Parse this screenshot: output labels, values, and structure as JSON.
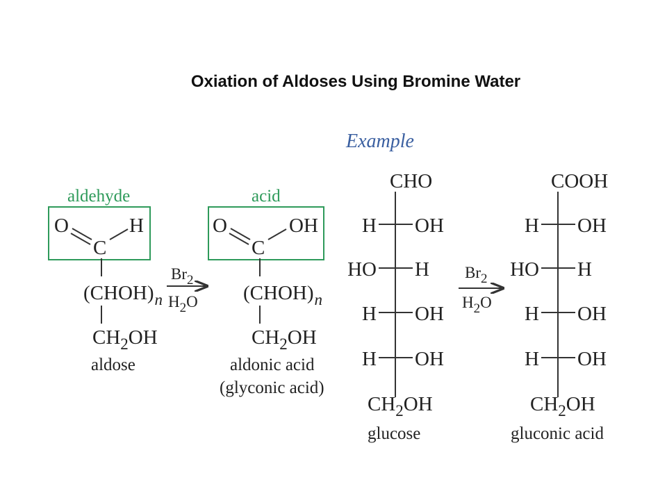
{
  "title": "Oxiation of Aldoses Using Bromine Water",
  "colors": {
    "group_box": "#2e9a5a",
    "example_label": "#3a5fa0",
    "text": "#222222"
  },
  "example_label": "Example",
  "general": {
    "reactant": {
      "box_label": "aldehyde",
      "o": "O",
      "h": "H",
      "c": "C",
      "chain": "(CHOH)",
      "chain_sub": "n",
      "bottom_a": "CH",
      "bottom_sub": "2",
      "bottom_b": "OH",
      "name": "aldose"
    },
    "reagent": {
      "top_a": "Br",
      "top_sub": "2",
      "bottom_a": "H",
      "bottom_sub": "2",
      "bottom_b": "O"
    },
    "product": {
      "box_label": "acid",
      "o": "O",
      "oh": "OH",
      "c": "C",
      "chain": "(CHOH)",
      "chain_sub": "n",
      "bottom_a": "CH",
      "bottom_sub": "2",
      "bottom_b": "OH",
      "name_line1": "aldonic acid",
      "name_line2": "(glyconic acid)"
    }
  },
  "example": {
    "glucose": {
      "top": "CHO",
      "rows": [
        {
          "left": "H",
          "right": "OH"
        },
        {
          "left": "HO",
          "right": "H"
        },
        {
          "left": "H",
          "right": "OH"
        },
        {
          "left": "H",
          "right": "OH"
        }
      ],
      "bottom_a": "CH",
      "bottom_sub": "2",
      "bottom_b": "OH",
      "name": "glucose"
    },
    "reagent": {
      "top_a": "Br",
      "top_sub": "2",
      "bottom_a": "H",
      "bottom_sub": "2",
      "bottom_b": "O"
    },
    "gluconic": {
      "top": "COOH",
      "rows": [
        {
          "left": "H",
          "right": "OH"
        },
        {
          "left": "HO",
          "right": "H"
        },
        {
          "left": "H",
          "right": "OH"
        },
        {
          "left": "H",
          "right": "OH"
        }
      ],
      "bottom_a": "CH",
      "bottom_sub": "2",
      "bottom_b": "OH",
      "name": "gluconic acid"
    }
  }
}
